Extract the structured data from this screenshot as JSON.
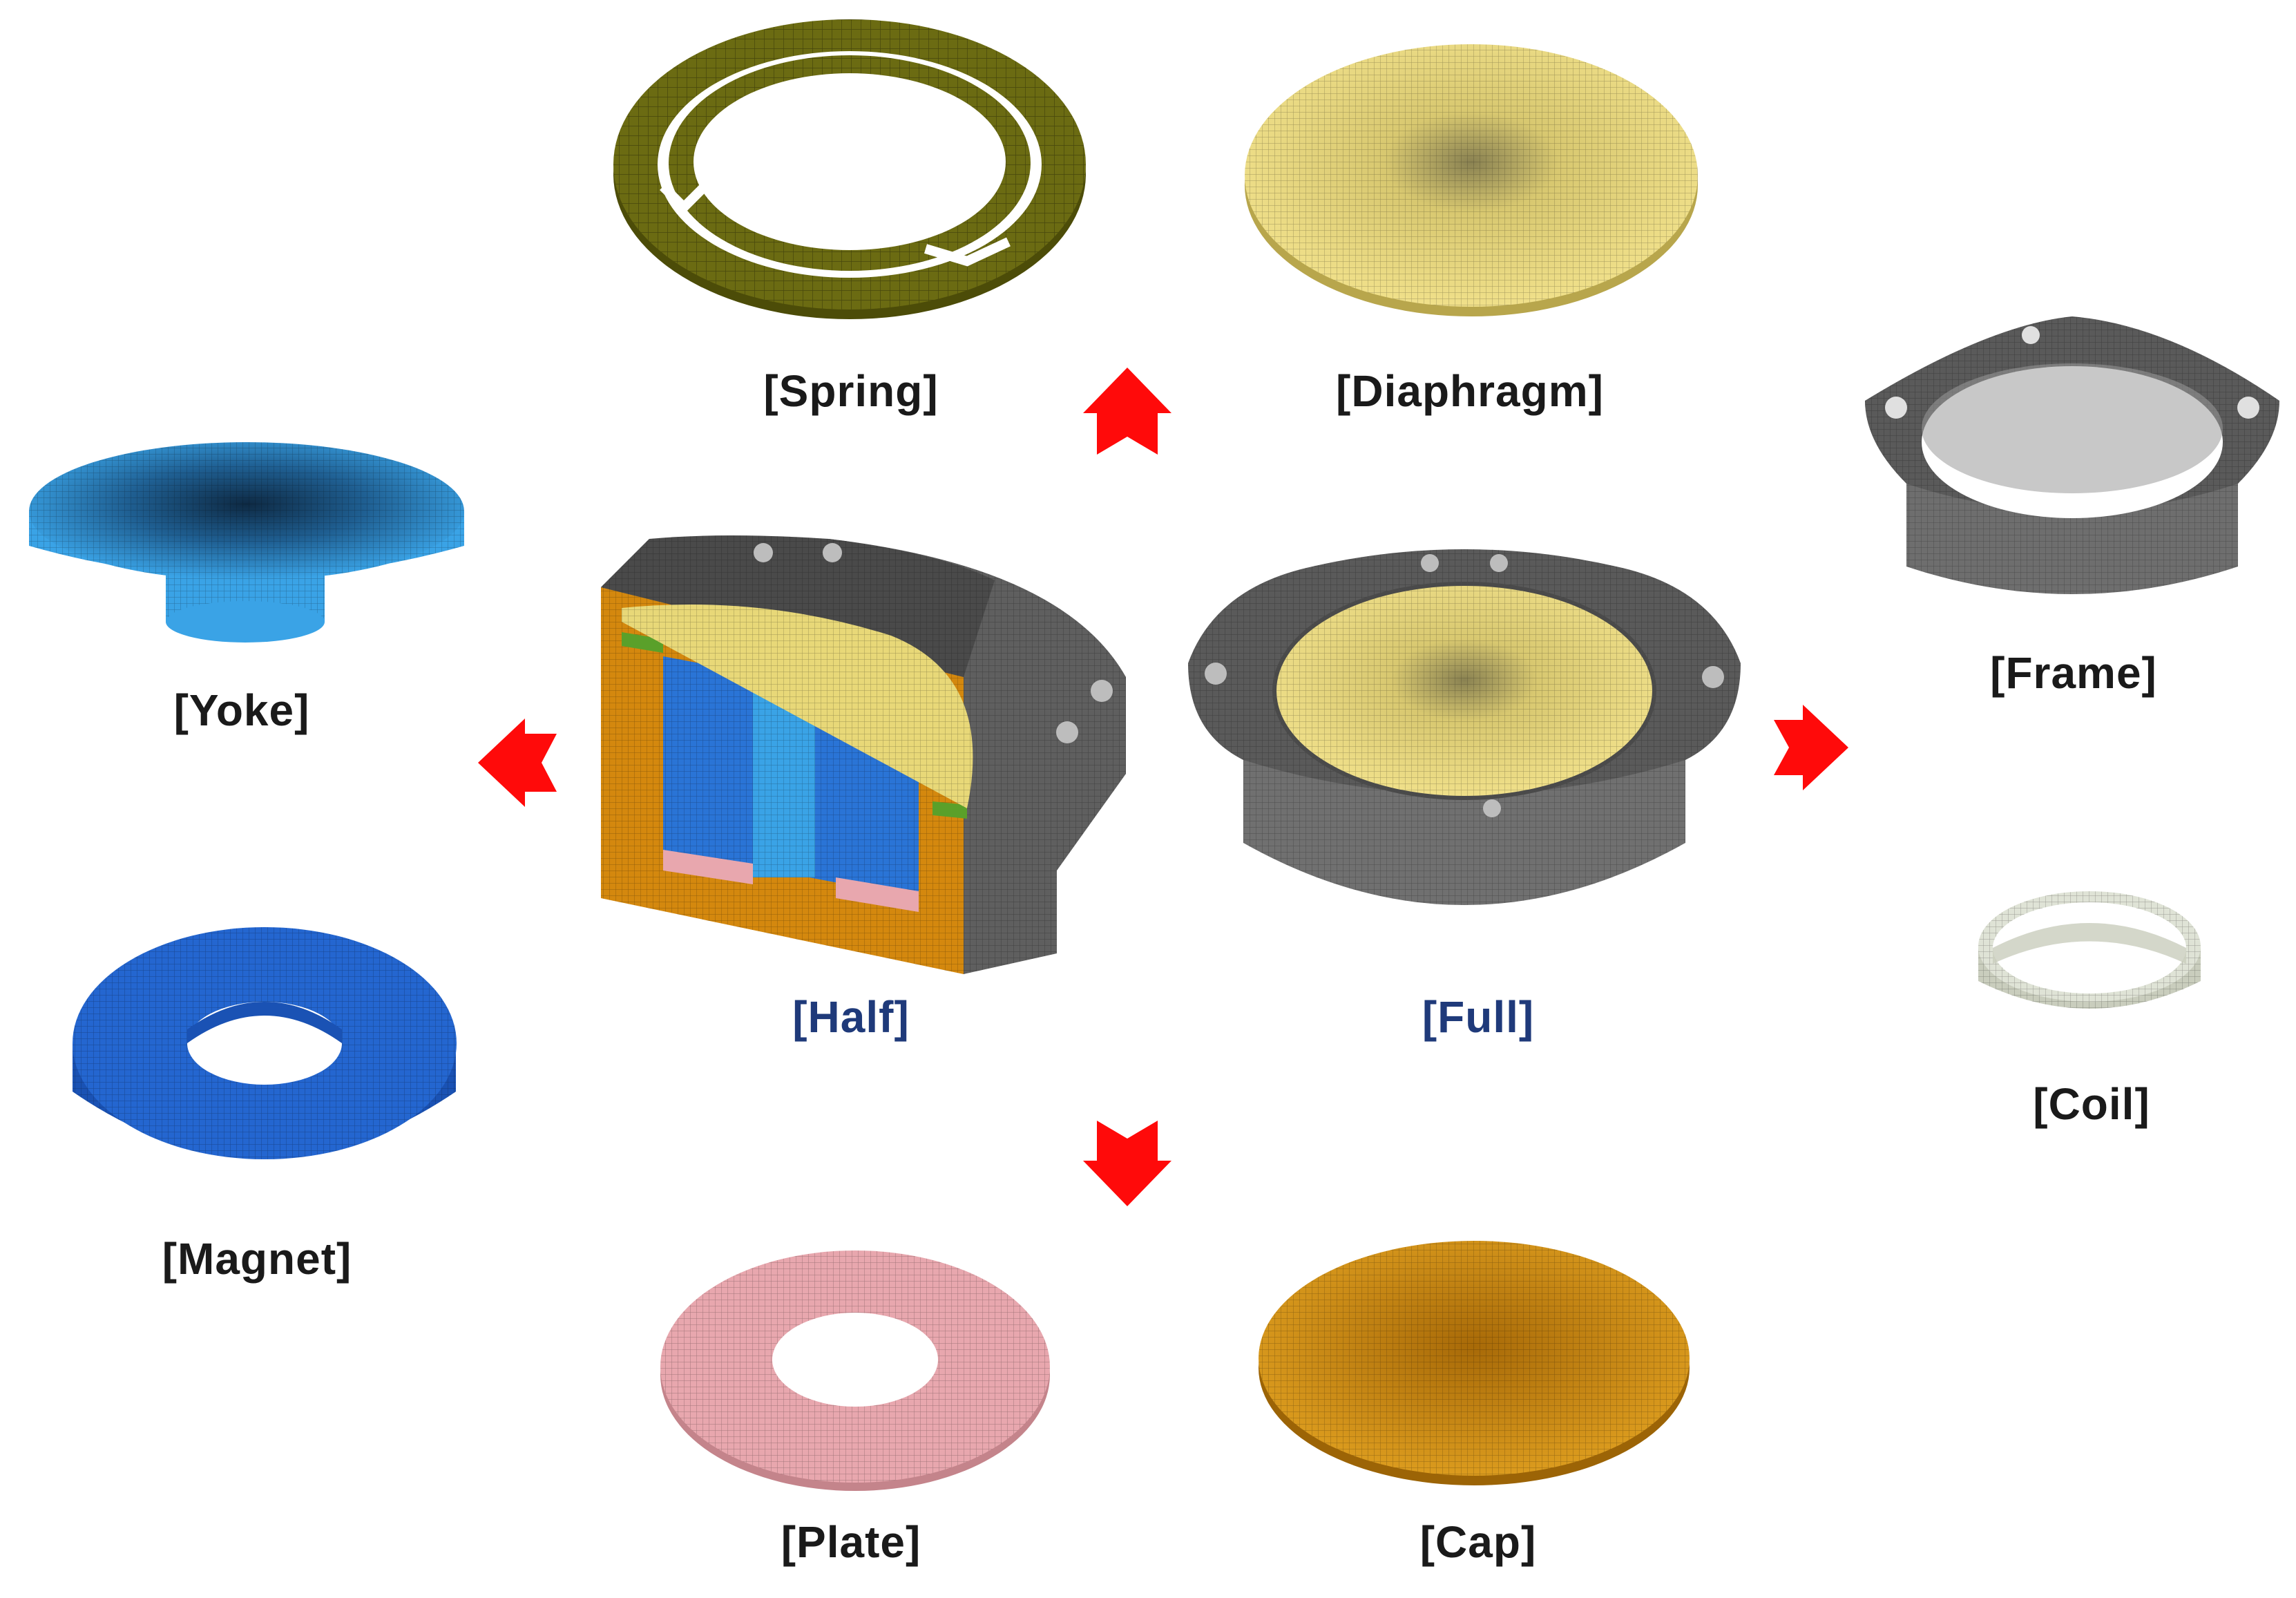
{
  "labels": {
    "spring": "[Spring]",
    "diaphragm": "[Diaphragm]",
    "frame": "[Frame]",
    "yoke": "[Yoke]",
    "half": "[Half]",
    "full": "[Full]",
    "coil": "[Coil]",
    "magnet": "[Magnet]",
    "plate": "[Plate]",
    "cap": "[Cap]"
  },
  "colors": {
    "arrow": "#ff0a0a",
    "assembly_label": "#1f3a7a",
    "part_label": "#1a1a1a",
    "spring": "#6b6b12",
    "diaphragm": "#e8d878",
    "frame": "#7a7a7a",
    "yoke": "#3aa3e6",
    "magnet": "#2466d0",
    "coil": "#dfe3d6",
    "plate": "#e8a7ae",
    "cap": "#d4900e"
  },
  "icons": [
    "arrow-up-icon",
    "arrow-left-icon",
    "arrow-right-icon",
    "arrow-down-icon"
  ]
}
